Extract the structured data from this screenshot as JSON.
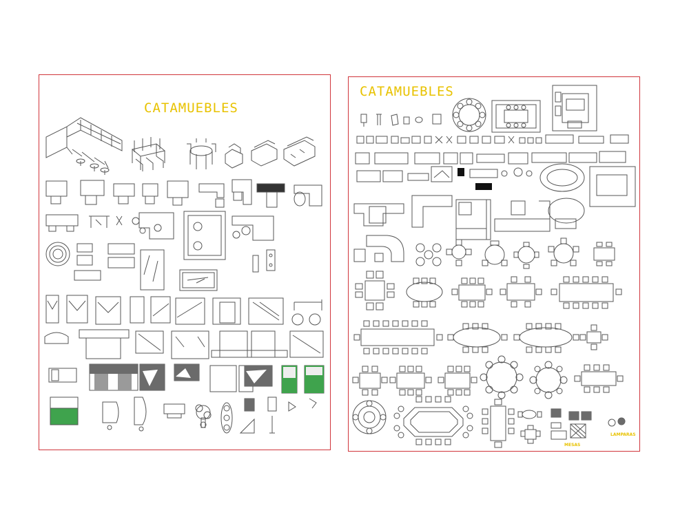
{
  "drawing": {
    "sheets": [
      {
        "title": "CATAMUEBLES"
      },
      {
        "title": "CATAMUEBLES",
        "labels": [
          "MESAS",
          "LAMPARAS"
        ]
      }
    ]
  },
  "colors": {
    "background": "#ffffff",
    "sheet_border": "#d0343a",
    "linework": "#555555",
    "title_text": "#e8c200",
    "fill_green": "#3fa34d",
    "fill_gray": "#6b6b6b",
    "fill_black": "#111111"
  },
  "icons": [
    "kitchen-cabinet-icon",
    "dining-set-icon",
    "sofa-icon",
    "desk-icon",
    "office-chair-icon",
    "rug-icon",
    "bed-icon",
    "piano-icon",
    "plant-icon",
    "armchair-icon",
    "round-table-icon",
    "rectangular-table-icon",
    "lamp-icon"
  ]
}
